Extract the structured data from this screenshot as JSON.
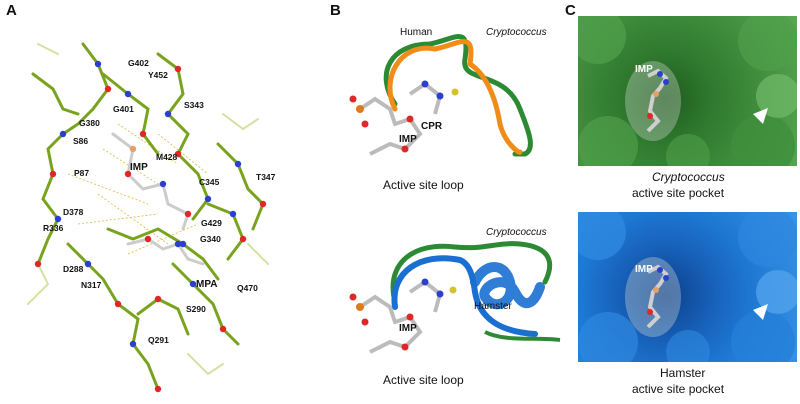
{
  "panels": {
    "a": {
      "letter": "A",
      "residues": [
        "G402",
        "Y452",
        "G401",
        "S343",
        "G380",
        "S86",
        "IMP",
        "M428",
        "P87",
        "C345",
        "T347",
        "D378",
        "G429",
        "R336",
        "G340",
        "D288",
        "N317",
        "MPA",
        "Q470",
        "S290",
        "Q291"
      ]
    },
    "b": {
      "letter": "B",
      "top": {
        "species_1": "Human",
        "species_2": "Cryptococcus",
        "ligand_1": "IMP",
        "ligand_2": "CPR",
        "caption": "Active site loop"
      },
      "bottom": {
        "species_1": "Cryptococcus",
        "species_2": "Hamster",
        "ligand": "IMP",
        "caption": "Active site loop"
      }
    },
    "c": {
      "letter": "C",
      "top": {
        "ligand": "IMP",
        "caption_species": "Cryptococcus",
        "caption_rest": "active site pocket"
      },
      "bottom": {
        "ligand": "IMP",
        "caption_species": "Hamster",
        "caption_rest": "active site pocket"
      }
    }
  },
  "colors": {
    "residue_carbon": "#79a31e",
    "nitrogen": "#2b3fcf",
    "oxygen": "#e02626",
    "human": "#f08c1a",
    "cryptococcus": "#2d8a34",
    "hamster": "#1a6fd0",
    "pocket_green": "#3c8a3a",
    "pocket_blue": "#1e78d2"
  }
}
